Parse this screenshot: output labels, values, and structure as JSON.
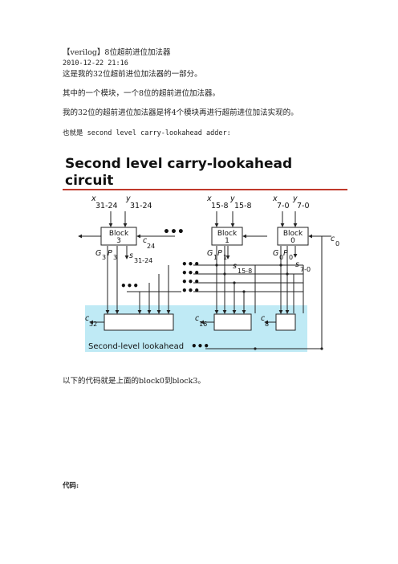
{
  "doc": {
    "title": "【verilog】8位超前进位加法器",
    "datetime": "2010-12-22 21:16",
    "line1": "这是我的32位超前进位加法器的一部分。",
    "line2": "其中的一个模块，一个8位的超前进位加法器。",
    "line3": "我的32位的超前进位加法器是将4个模块再进行超前进位加法实现的。",
    "line4": "也就是 second level carry-lookahead adder:",
    "after_fig": "以下的代码就是上面的block0到block3。",
    "code_label": "代码:"
  },
  "figure": {
    "title_line1": "Second level carry-lookahead",
    "title_line2": "circuit",
    "accent_color": "#c0392b",
    "shade_color": "#bfeaf5",
    "blocks": [
      {
        "label": "Block",
        "index": "3",
        "x_sub": "31-24",
        "y_sub": "31-24",
        "g": "G",
        "g_sub": "3",
        "p": "P",
        "p_sub": "3",
        "c_label": "c",
        "c_sub": "24",
        "s_label": "s",
        "s_sub": "31-24"
      },
      {
        "label": "Block",
        "index": "1",
        "x_sub": "15-8",
        "y_sub": "15-8",
        "g": "G",
        "g_sub": "1",
        "p": "P",
        "p_sub": "1",
        "s_label": "s",
        "s_sub": "15-8"
      },
      {
        "label": "Block",
        "index": "0",
        "x_sub": "7-0",
        "y_sub": "7-0",
        "g": "G",
        "g_sub": "0",
        "p": "P",
        "p_sub": "0",
        "c_label": "c",
        "c_sub": "0",
        "s_label": "s",
        "s_sub": "7-0"
      }
    ],
    "x_label": "x",
    "y_label": "y",
    "carry_outputs": [
      {
        "c": "c",
        "sub": "32"
      },
      {
        "c": "c",
        "sub": "16"
      },
      {
        "c": "c",
        "sub": "8"
      }
    ],
    "lookahead_label": "Second-level lookahead",
    "dots": "•••"
  }
}
